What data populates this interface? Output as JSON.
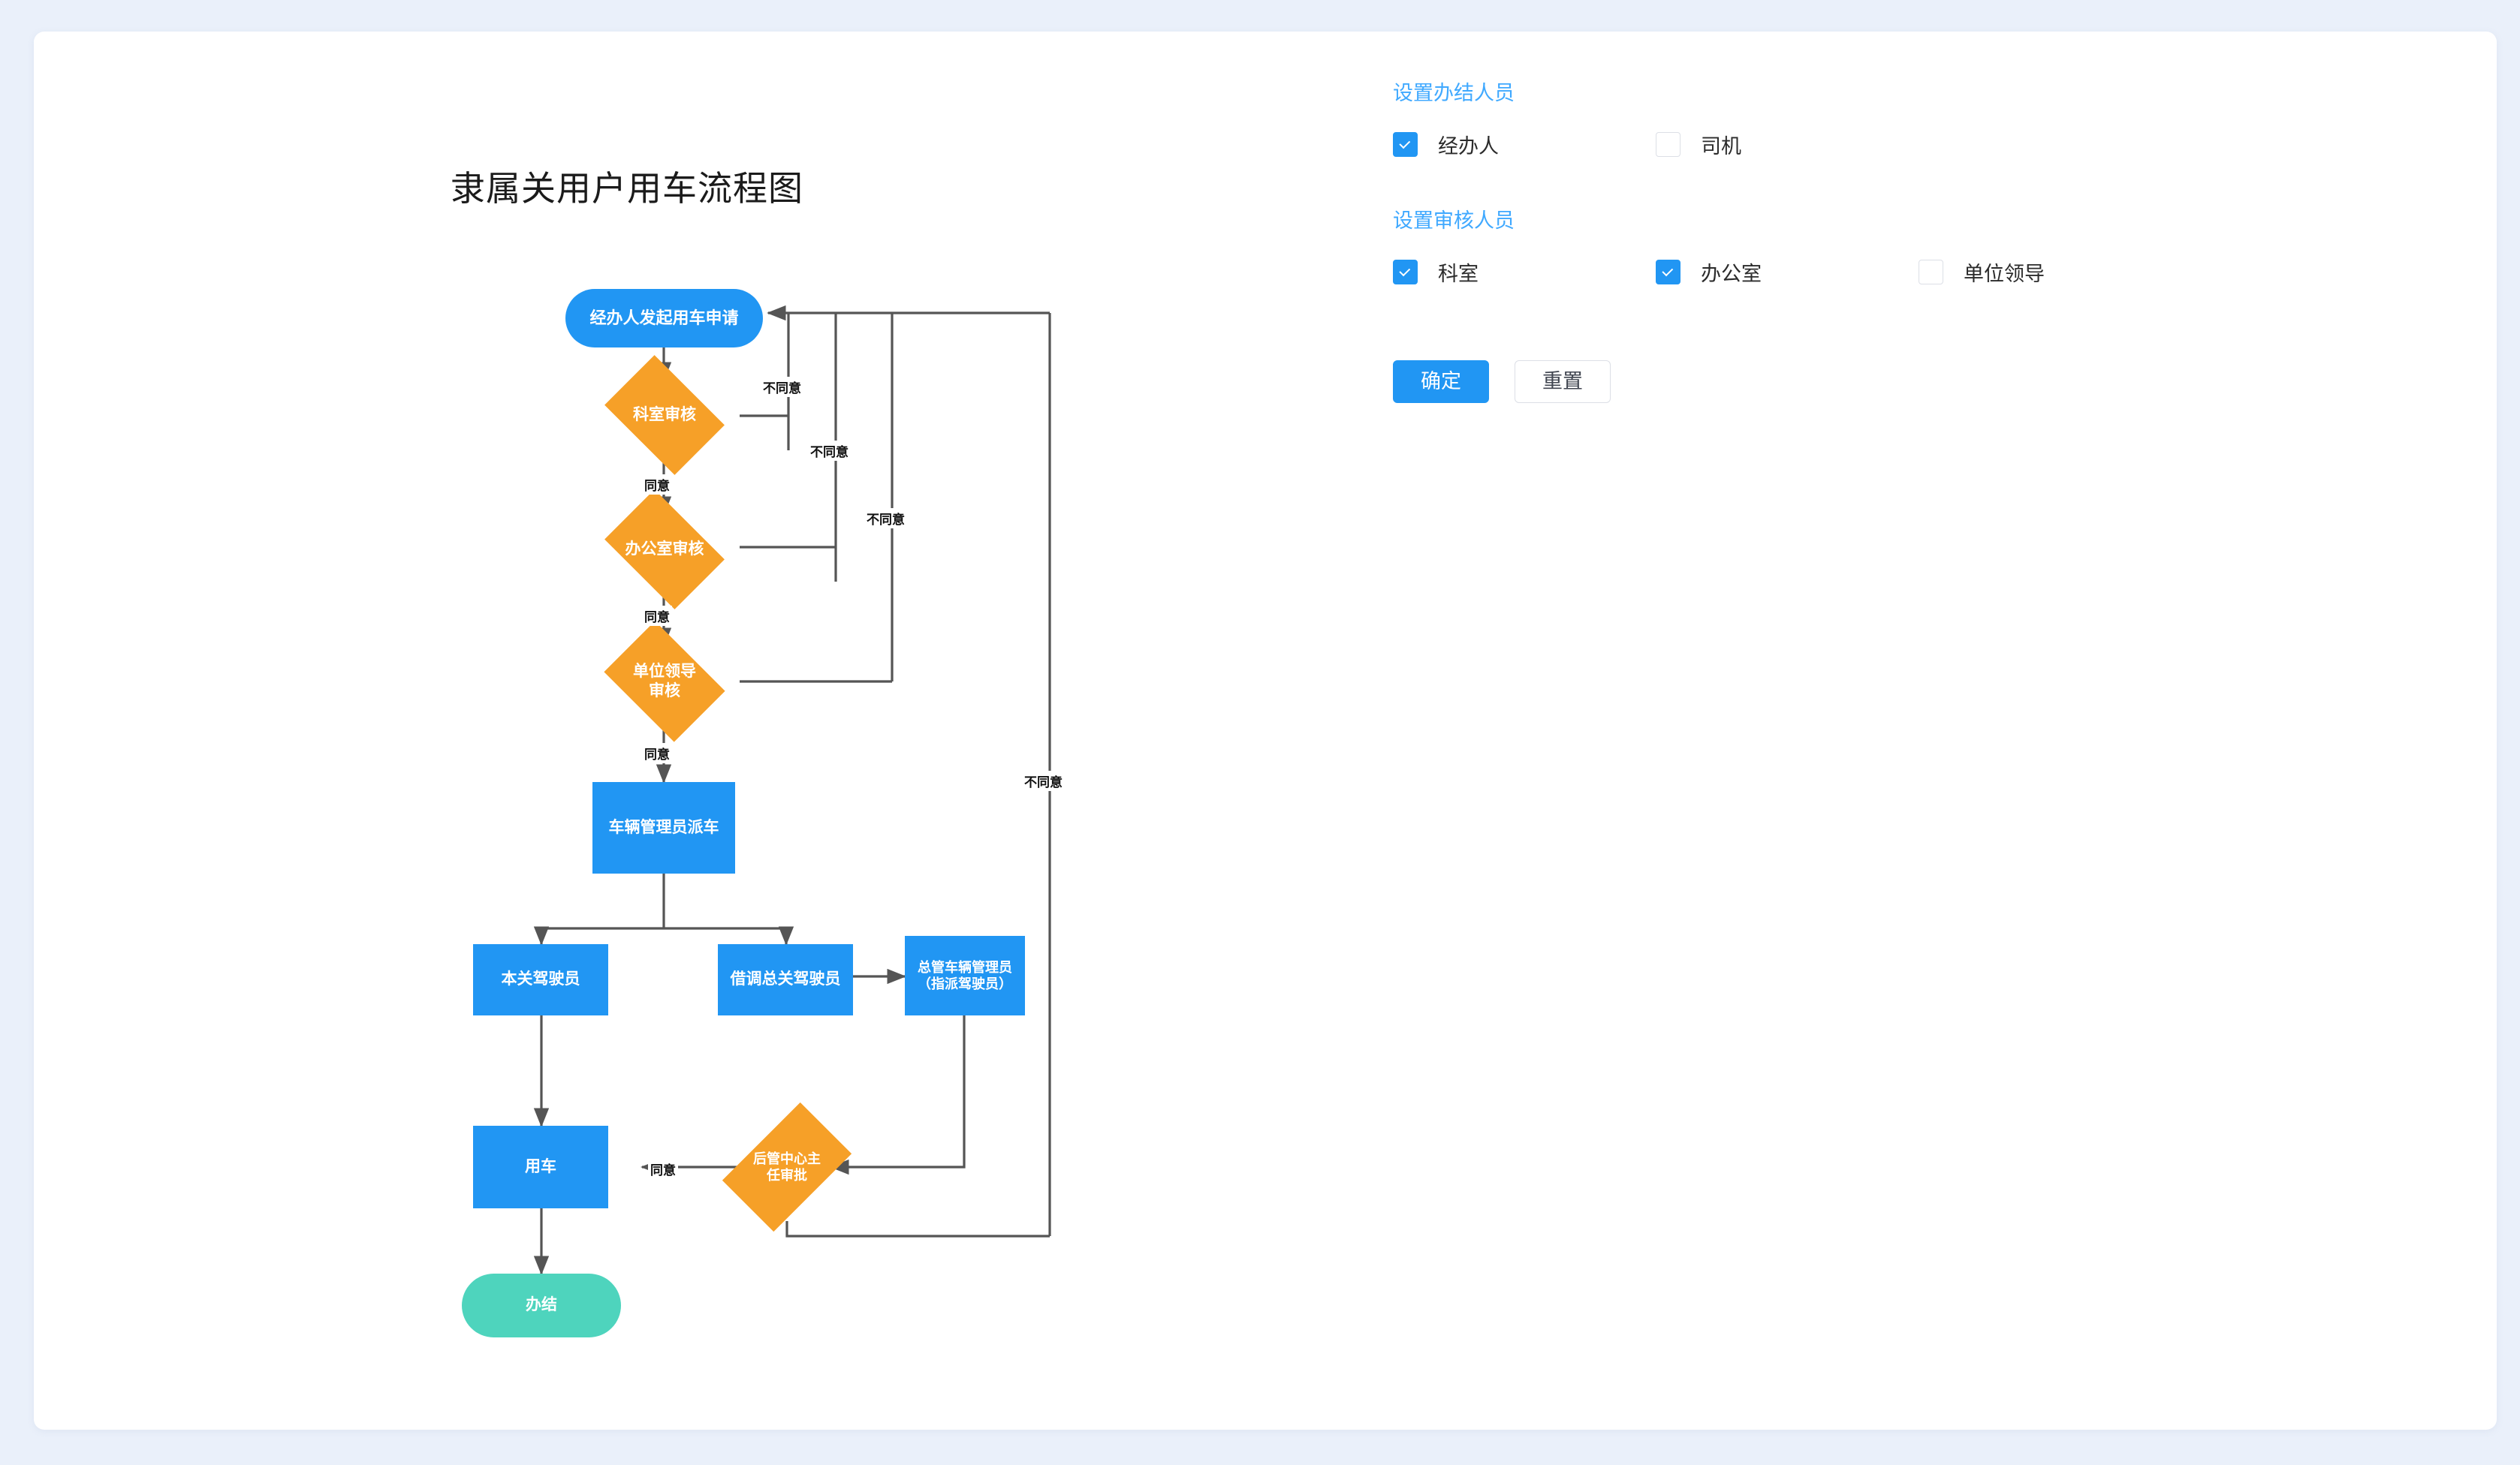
{
  "page": {
    "background_color": "#eaf0fa",
    "card_color": "#ffffff"
  },
  "flowchart": {
    "title": "隶属关用户用车流程图",
    "colors": {
      "start": "#2196f3",
      "process": "#2196f3",
      "decision": "#f6a028",
      "end": "#4ed4bd",
      "connector": "#555555"
    },
    "nodes": [
      {
        "id": "start",
        "type": "start",
        "label": "经办人发起用车申请"
      },
      {
        "id": "dept",
        "type": "decision",
        "label": "科室审核"
      },
      {
        "id": "office",
        "type": "decision",
        "label": "办公室审核"
      },
      {
        "id": "leader",
        "type": "decision",
        "label": "单位领导\n审核"
      },
      {
        "id": "dispatch",
        "type": "process",
        "label": "车辆管理员派车"
      },
      {
        "id": "localdrv",
        "type": "process",
        "label": "本关驾驶员"
      },
      {
        "id": "borrowdrv",
        "type": "process",
        "label": "借调总关驾驶员"
      },
      {
        "id": "chiefmgr",
        "type": "process",
        "label": "总管车辆管理员\n（指派驾驶员）"
      },
      {
        "id": "approve",
        "type": "decision",
        "label": "后管中心主\n任审批"
      },
      {
        "id": "usecar",
        "type": "process",
        "label": "用车"
      },
      {
        "id": "done",
        "type": "end",
        "label": "办结"
      }
    ],
    "edge_labels": {
      "reject_dept": "不同意",
      "reject_office": "不同意",
      "reject_leader": "不同意",
      "reject_approve": "不同意",
      "agree_dept": "同意",
      "agree_office": "同意",
      "agree_leader": "同意",
      "agree_approve": "同意"
    }
  },
  "settings": {
    "section_handler": {
      "title": "设置办结人员",
      "options": [
        {
          "label": "经办人",
          "checked": true
        },
        {
          "label": "司机",
          "checked": false
        }
      ]
    },
    "section_reviewer": {
      "title": "设置审核人员",
      "options": [
        {
          "label": "科室",
          "checked": true
        },
        {
          "label": "办公室",
          "checked": true
        },
        {
          "label": "单位领导",
          "checked": false
        }
      ]
    },
    "buttons": {
      "confirm": "确定",
      "reset": "重置"
    }
  }
}
